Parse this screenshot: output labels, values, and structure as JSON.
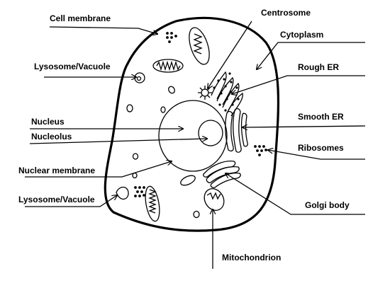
{
  "diagram": {
    "labels": {
      "cell_membrane": "Cell membrane",
      "centrosome": "Centrosome",
      "cytoplasm": "Cytoplasm",
      "lysosome_vacuole_top": "Lysosome/Vacuole",
      "rough_er": "Rough ER",
      "nucleus": "Nucleus",
      "nucleolus": "Nucleolus",
      "smooth_er": "Smooth ER",
      "ribosomes": "Ribosomes",
      "nuclear_membrane": "Nuclear membrane",
      "lysosome_vacuole_bottom": "Lysosome/Vacuole",
      "golgi_body": "Golgi body",
      "mitochondrion": "Mitochondrion"
    }
  }
}
